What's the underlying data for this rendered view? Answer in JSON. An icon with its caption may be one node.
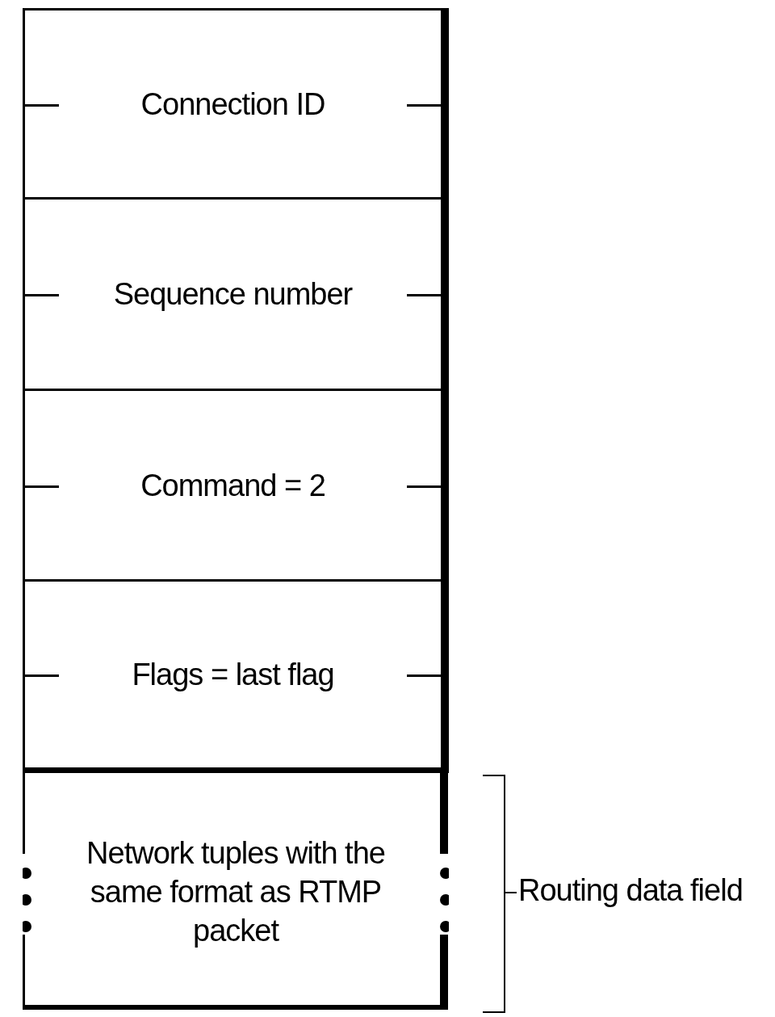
{
  "diagram": {
    "nodes": [
      {
        "text": [
          "Connection ID"
        ]
      },
      {
        "text": [
          "Sequence number"
        ]
      },
      {
        "text": [
          "Command = 2"
        ]
      },
      {
        "text": [
          "Flags = last flag"
        ]
      },
      {
        "text": [
          "Network tuples with the same format as RTMP packet"
        ]
      }
    ],
    "edges": [],
    "labels": [
      "Routing data field"
    ]
  }
}
